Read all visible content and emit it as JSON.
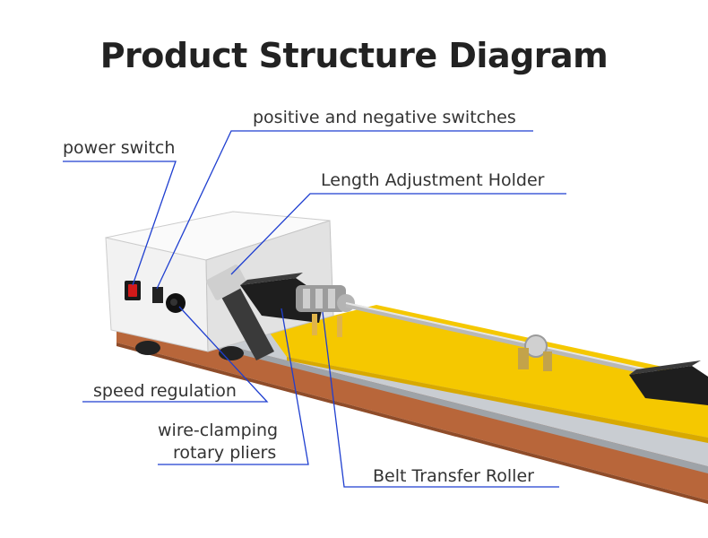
{
  "title": "Product Structure Diagram",
  "labels": {
    "positive_negative_switches": "positive and negative switches",
    "power_switch": "power switch",
    "length_adjustment_holder": "Length Adjustment Holder",
    "speed_regulation": "speed regulation",
    "wire_clamping_line1": "wire-clamping",
    "wire_clamping_line2": "rotary pliers",
    "belt_transfer_roller": "Belt Transfer Roller"
  },
  "colors": {
    "leader_line": "#1f3fd0",
    "belt": "#f5c800",
    "base_wood": "#b8663a",
    "housing": "#f2f2f2"
  }
}
